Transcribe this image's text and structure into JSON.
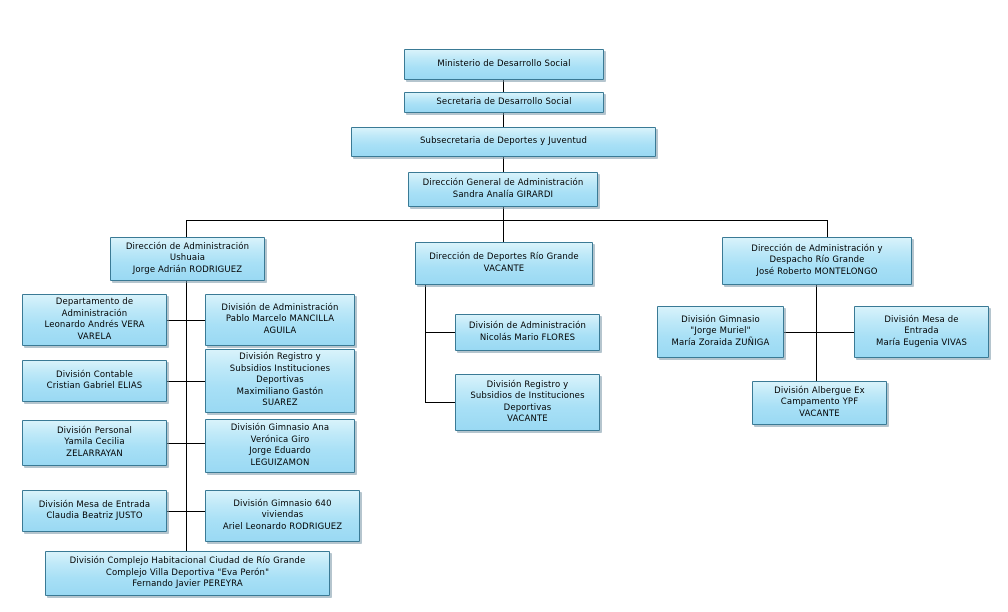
{
  "chart_data": {
    "type": "diagram",
    "title": "Organigrama - Subsecretaría de Deportes y Juventud",
    "layout": "org-chart-top-down",
    "node_fill": "#a8e0f6",
    "node_border": "#3a7a95",
    "connector_color": "#000000",
    "background": "#ffffff"
  },
  "nodes": {
    "ministerio": "Ministerio de Desarrollo Social",
    "secretaria": "Secretaria  de Desarrollo Social",
    "subsecretaria": "Subsecretaria de Deportes y Juventud",
    "direccion_general": "Dirección General de Administración\nSandra Analía GIRARDI",
    "dir_adm_ushuaia": "Dirección de Administración\nUshuaia\nJorge Adrián RODRIGUEZ",
    "dir_deportes_rio_grande": "Dirección de Deportes Río Grande\nVACANTE",
    "dir_adm_despacho_rg": "Dirección de Administración y\nDespacho Río Grande\nJosé Roberto MONTELONGO",
    "depto_administracion": "Departamento de\nAdministración\nLeonardo Andrés VERA\nVARELA",
    "div_contable": "División Contable\nCristian Gabriel ELIAS",
    "div_personal": "División Personal\nYamila Cecilia\nZELARRAYAN",
    "div_mesa_entrada_ush": "División Mesa de Entrada\nClaudia Beatriz JUSTO",
    "div_administracion_ush": "División de Administración\nPablo Marcelo MANCILLA\nAGUILA",
    "div_registro_subsidios_ush": "División Registro y\nSubsidios Instituciones\nDeportivas\nMaximiliano Gastón\nSUAREZ",
    "div_gimnasio_ana": "División Gimnasio Ana\nVerónica Giro\nJorge Eduardo\nLEGUIZAMON",
    "div_gimnasio_640": "División Gimnasio 640\nviviendas\nAriel Leonardo RODRIGUEZ",
    "div_complejo_habitacional": "División Complejo Habitacional Ciudad de Río Grande\nComplejo Villa Deportiva \"Eva Perón\"\nFernando Javier PEREYRA",
    "div_administracion_rg": "División de Administración\nNicolás Mario FLORES",
    "div_registro_subsidios_rg": "División Registro y\nSubsidios de Instituciones\nDeportivas\nVACANTE",
    "div_gimnasio_jorge_muriel": "División Gimnasio\n\"Jorge Muriel\"\nMaría Zoraida ZUÑIGA",
    "div_mesa_entrada_rg": "División Mesa de\nEntrada\nMaría Eugenia VIVAS",
    "div_albergue_ypf": "División Albergue Ex\nCampamento YPF\nVACANTE"
  }
}
